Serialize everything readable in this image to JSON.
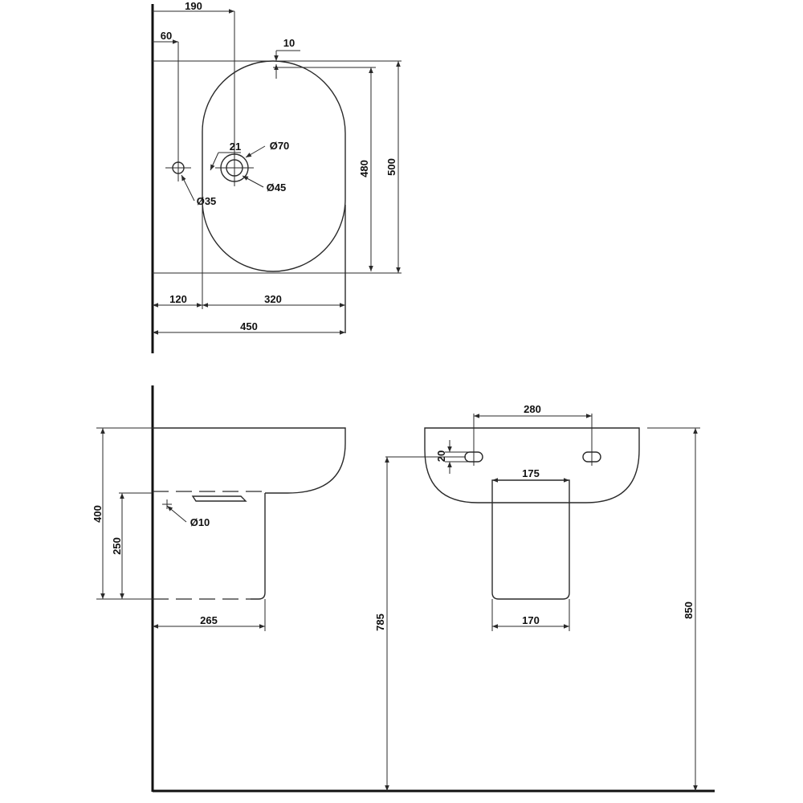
{
  "plan": {
    "dim_190": "190",
    "dim_60": "60",
    "dim_10": "10",
    "dim_21": "21",
    "dim_d70": "Ø70",
    "dim_d45": "Ø45",
    "dim_d35": "Ø35",
    "dim_480": "480",
    "dim_500": "500",
    "dim_120": "120",
    "dim_320": "320",
    "dim_450": "450"
  },
  "side": {
    "dim_400": "400",
    "dim_250": "250",
    "dim_d10": "Ø10",
    "dim_265": "265"
  },
  "front": {
    "dim_280": "280",
    "dim_20": "20",
    "dim_175": "175",
    "dim_170": "170",
    "dim_785": "785",
    "dim_850": "850"
  }
}
